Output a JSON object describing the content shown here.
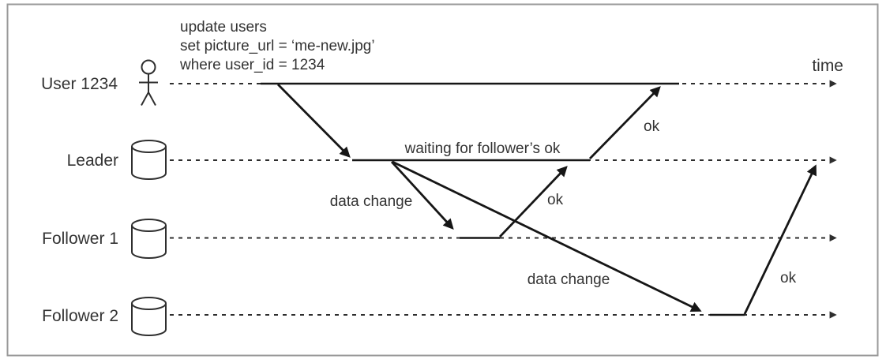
{
  "diagram_type": "replication-sequence-diagram",
  "colors": {
    "line": "#161616",
    "dashed_line": "#2e2e2e",
    "text": "#333333",
    "border": "#9a9a9a",
    "background": "#ffffff"
  },
  "lanes": [
    {
      "label": "User 1234",
      "icon": "person-icon"
    },
    {
      "label": "Leader",
      "icon": "database-icon"
    },
    {
      "label": "Follower 1",
      "icon": "database-icon"
    },
    {
      "label": "Follower 2",
      "icon": "database-icon"
    }
  ],
  "query": {
    "line1": "update users",
    "line2": "set picture_url = ‘me-new.jpg’",
    "line3": "where user_id = 1234"
  },
  "axis": {
    "time_label": "time"
  },
  "leader_state": "waiting for follower’s ok",
  "messages": [
    {
      "from": "User 1234",
      "to": "Leader",
      "label": ""
    },
    {
      "from": "Leader",
      "to": "Follower 1",
      "label": "data change"
    },
    {
      "from": "Leader",
      "to": "Follower 2",
      "label": "data change"
    },
    {
      "from": "Follower 1",
      "to": "Leader",
      "label": "ok"
    },
    {
      "from": "Leader",
      "to": "User 1234",
      "label": "ok"
    },
    {
      "from": "Follower 2",
      "to": "Leader",
      "label": "ok"
    }
  ]
}
